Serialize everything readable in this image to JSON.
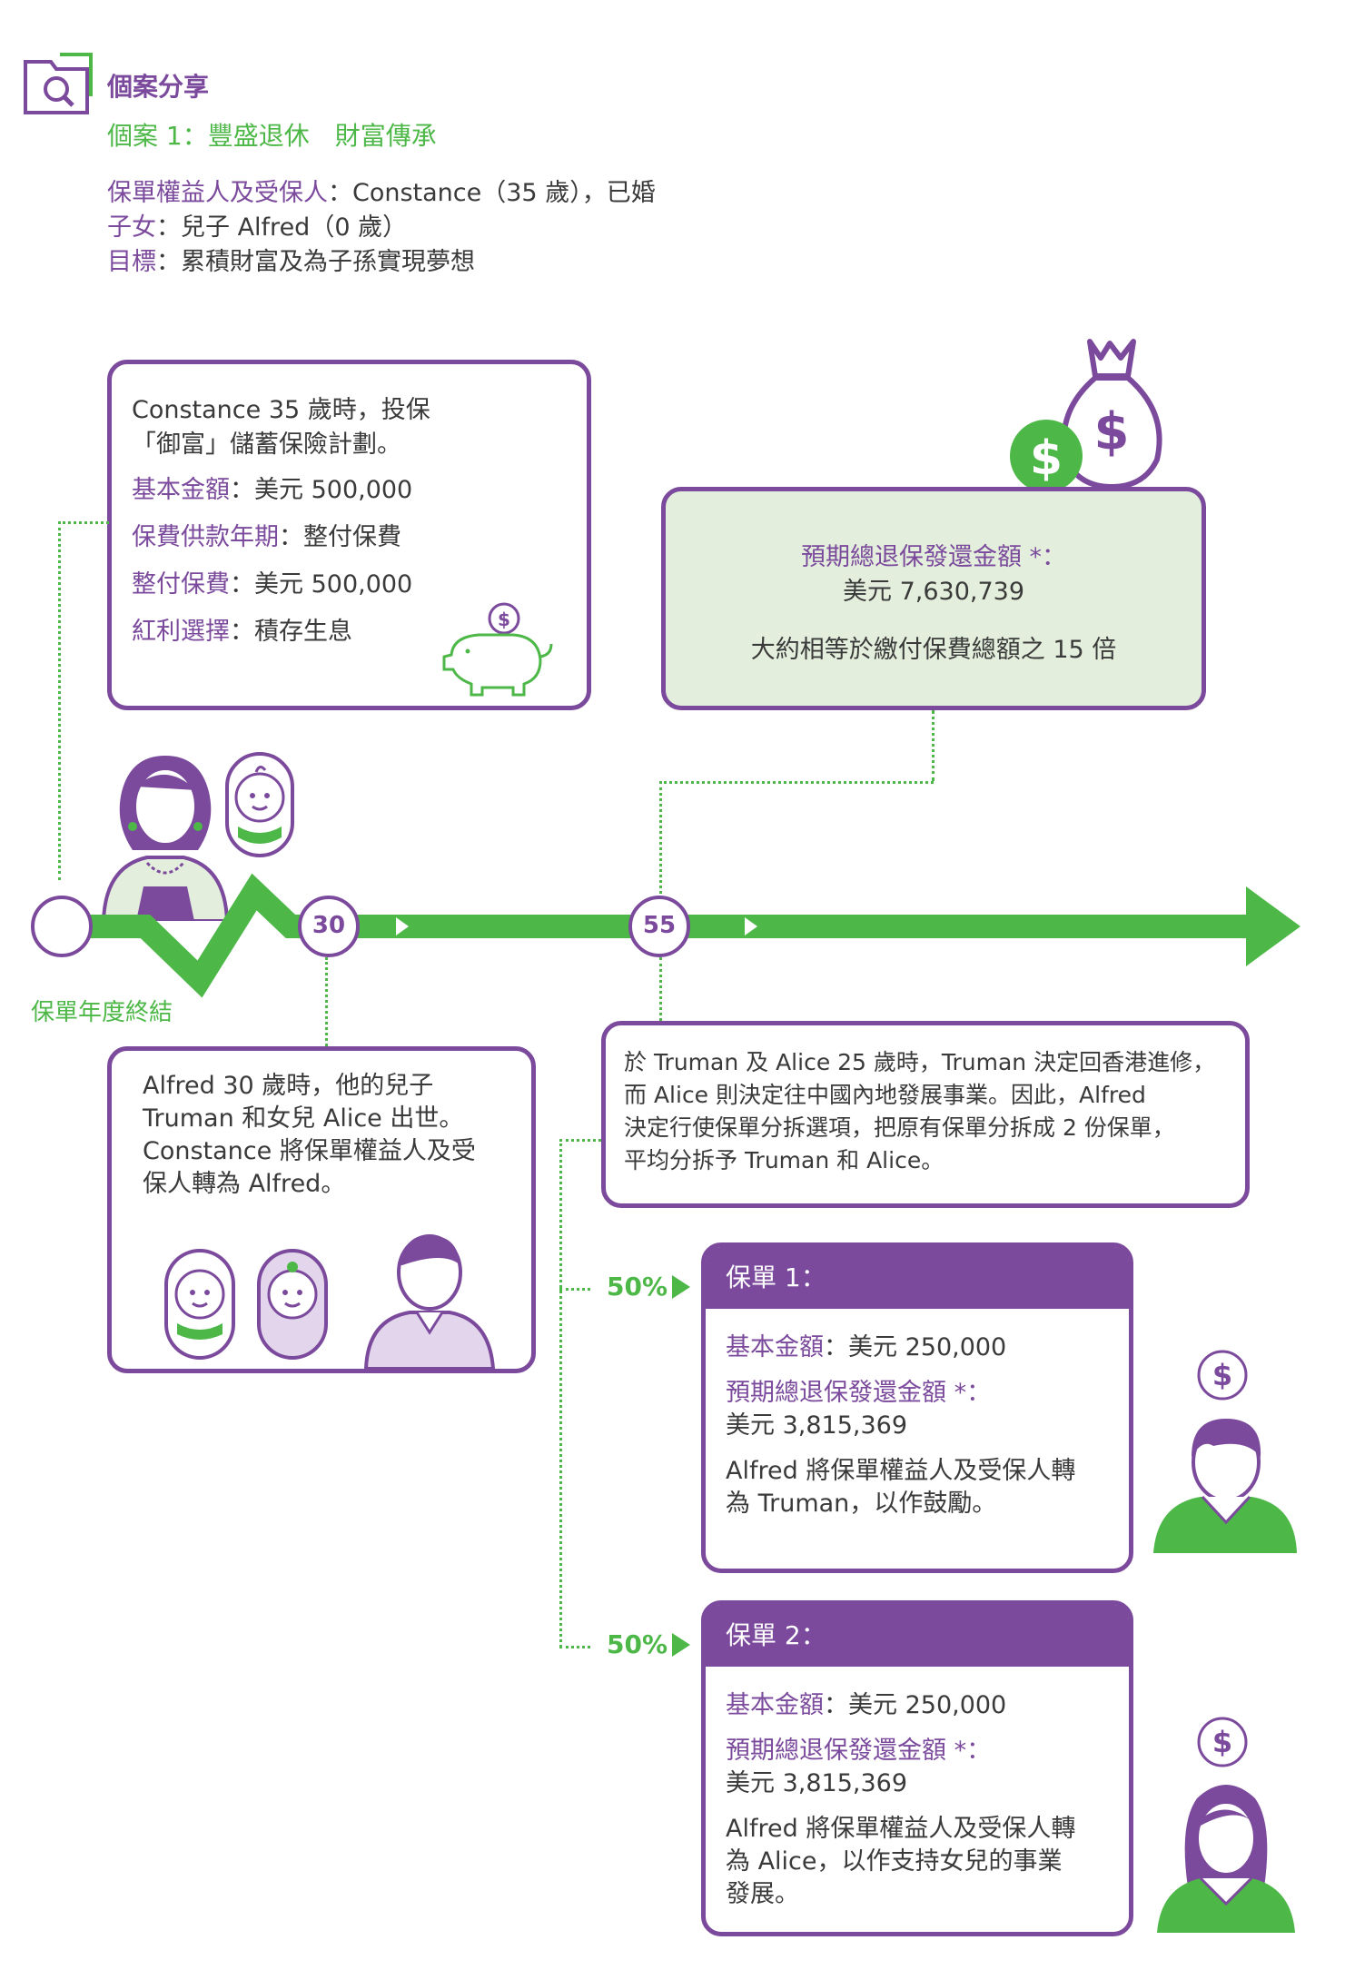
{
  "header": {
    "section_title": "個案分享",
    "case_title": "個案 1：豐盛退休　財富傳承"
  },
  "profile": {
    "policyholder_label": "保單權益人及受保人",
    "policyholder_value": "：Constance（35 歲），已婚",
    "child_label": "子女",
    "child_value": "：兒子 Alfred（0 歲）",
    "goal_label": "目標",
    "goal_value": "：累積財富及為子孫實現夢想"
  },
  "plan_card": {
    "line1": "Constance 35 歲時，投保",
    "line2": "「御富」儲蓄保險計劃。",
    "sum_label": "基本金額",
    "sum_value": "：美元 500,000",
    "term_label": "保費供款年期",
    "term_value": "：整付保費",
    "premium_label": "整付保費",
    "premium_value": "：美元 500,000",
    "dividend_label": "紅利選擇",
    "dividend_value": "：積存生息"
  },
  "retire_card": {
    "label": "預期總退保發還金額",
    "asterisk": " *：",
    "value": "美元 7,630,739",
    "note": "大約相等於繳付保費總額之 15 倍"
  },
  "timeline": {
    "start_label": "保單年度終結",
    "marker_30": "30",
    "marker_55": "55"
  },
  "alfred_card": {
    "lines": [
      "Alfred 30 歲時，他的兒子",
      "Truman 和女兒 Alice 出世。",
      "Constance 將保單權益人及受",
      "保人轉為 Alfred。"
    ]
  },
  "split_card": {
    "lines": [
      "於 Truman 及 Alice 25 歲時，Truman 決定回香港進修，",
      "而 Alice 則決定往中國內地發展事業。因此，Alfred",
      "決定行使保單分拆選項，把原有保單分拆成 2 份保單，",
      "平均分拆予 Truman 和 Alice。"
    ]
  },
  "policy1": {
    "title": "保單 1：",
    "percent": "50%",
    "sum_label": "基本金額",
    "sum_value": "：美元 250,000",
    "surrender_label": "預期總退保發還金額",
    "surrender_asterisk": " *：",
    "surrender_value": "美元 3,815,369",
    "note_lines": [
      "Alfred 將保單權益人及受保人轉",
      "為 Truman，以作鼓勵。"
    ]
  },
  "policy2": {
    "title": "保單 2：",
    "percent": "50%",
    "sum_label": "基本金額",
    "sum_value": "：美元 250,000",
    "surrender_label": "預期總退保發還金額",
    "surrender_asterisk": " *：",
    "surrender_value": "美元 3,815,369",
    "note_lines": [
      "Alfred 將保單權益人及受保人轉",
      "為 Alice，以作支持女兒的事業",
      "發展。"
    ]
  },
  "icons": {
    "dollar": "$"
  },
  "colors": {
    "purple": "#7b4a9c",
    "green": "#4db848",
    "light_green": "#e3efdc"
  }
}
